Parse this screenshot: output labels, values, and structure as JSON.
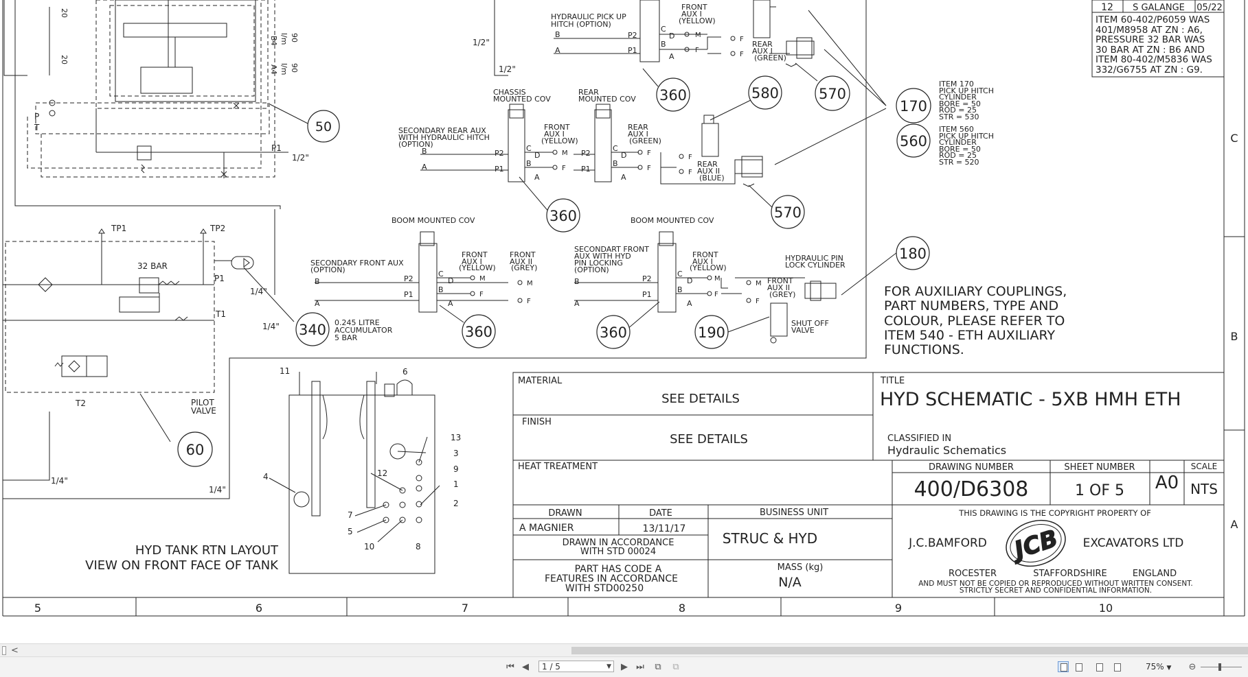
{
  "drawing": {
    "zones_rows": [
      "C",
      "B",
      "A"
    ],
    "zones_cols": [
      "5",
      "6",
      "7",
      "8",
      "9",
      "10"
    ],
    "revision": {
      "num": "12",
      "by": "S GALANGE",
      "date": "05/22",
      "notes": [
        "ITEM 60-402/P6059 WAS",
        "401/M8958 AT ZN : A6,",
        "PRESSURE 32 BAR WAS",
        "30 BAR AT ZN : B6 AND",
        "ITEM 80-402/M5836 WAS",
        "332/G6755 AT ZN : G9."
      ]
    },
    "labels": {
      "pickup_hitch": [
        "HYDRAULIC PICK UP",
        "HITCH (OPTION)"
      ],
      "front_aux_yellow_top": [
        "FRONT",
        "AUX I",
        "(YELLOW)"
      ],
      "rear_aux_green_top": [
        "REAR",
        "AUX I",
        "(GREEN)"
      ],
      "chassis_cov": [
        "CHASSIS",
        "MOUNTED COV"
      ],
      "rear_cov": [
        "REAR",
        "MOUNTED COV"
      ],
      "sec_rear_aux": [
        "SECONDARY REAR AUX",
        "WITH HYDRAULIC HITCH",
        "(OPTION)"
      ],
      "front_aux_yellow_mid": [
        "FRONT",
        "AUX I",
        "(YELLOW)"
      ],
      "rear_aux_green_mid": [
        "REAR",
        "AUX I",
        "(GREEN)"
      ],
      "rear_aux_blue": [
        "REAR",
        "AUX II",
        "(BLUE)"
      ],
      "boom_cov_1": "BOOM MOUNTED COV",
      "boom_cov_2": "BOOM MOUNTED COV",
      "sec_front_aux": [
        "SECONDARY FRONT AUX",
        "(OPTION)"
      ],
      "front_aux_yellow_b1": [
        "FRONT",
        "AUX I",
        "(YELLOW)"
      ],
      "front_aux_grey_b1": [
        "FRONT",
        "AUX II",
        "(GREY)"
      ],
      "sec_front_pin": [
        "SECONDART FRONT",
        "AUX WITH HYD",
        "PIN LOCKING",
        "(OPTION)"
      ],
      "front_aux_yellow_b2": [
        "FRONT",
        "AUX I",
        "(YELLOW)"
      ],
      "front_aux_grey_b2": [
        "FRONT",
        "AUX II",
        "(GREY)"
      ],
      "pin_lock": [
        "HYDRAULIC PIN",
        "LOCK CYLINDER"
      ],
      "shut_off": [
        "SHUT OFF",
        "VALVE"
      ],
      "accumulator": [
        "0.245 LITRE",
        "ACCUMULATOR",
        "5 BAR"
      ],
      "pilot_valve": [
        "PILOT",
        "VALVE"
      ],
      "bar32": "32 BAR",
      "tp1": "TP1",
      "tp2": "TP2",
      "p1": "P1",
      "p2": "P2",
      "t1": "T1",
      "t2": "T2",
      "pr": "P",
      "tr": "T",
      "pipe_half": "1/2\"",
      "pipe_quarter": "1/4\"",
      "flow90": "90",
      "lmin": "l/m",
      "b4": "B4",
      "a4": "A4",
      "port_c": "C",
      "port_d": "D",
      "port_b": "B",
      "port_a": "A",
      "port_m": "M",
      "port_f": "F",
      "n20": "20"
    },
    "item170": [
      "ITEM 170",
      "PICK UP HITCH",
      "CYLINDER",
      "BORE  =  50",
      "ROD   =  25",
      "STR   =  530"
    ],
    "item560": [
      "ITEM 560",
      "PICK UP HITCH",
      "CYLINDER",
      "BORE  =  50",
      "ROD   =  25",
      "STR   =  520"
    ],
    "balloons": [
      "50",
      "60",
      "170",
      "180",
      "190",
      "340",
      "360",
      "560",
      "570",
      "580"
    ],
    "note": [
      "FOR AUXILIARY COUPLINGS,",
      "PART NUMBERS, TYPE AND",
      "COLOUR, PLEASE REFER TO",
      "ITEM 540 - ETH AUXILIARY",
      "FUNCTIONS."
    ],
    "tank": {
      "caption": [
        "HYD TANK RTN LAYOUT",
        "VIEW ON FRONT FACE OF TANK"
      ],
      "ports": [
        "1",
        "2",
        "3",
        "4",
        "5",
        "6",
        "7",
        "8",
        "9",
        "10",
        "11",
        "12",
        "13"
      ]
    },
    "title_block": {
      "material_label": "MATERIAL",
      "material": "SEE DETAILS",
      "finish_label": "FINISH",
      "finish": "SEE DETAILS",
      "heat_label": "HEAT TREATMENT",
      "title_label": "TITLE",
      "title": "HYD SCHEMATIC - 5XB HMH ETH",
      "classified_label": "CLASSIFIED IN",
      "classified": "Hydraulic Schematics",
      "dwg_label": "DRAWING NUMBER",
      "dwg": "400/D6308",
      "sheet_label": "SHEET NUMBER",
      "sheet": "1 OF 5",
      "size": "A0",
      "scale_label": "SCALE",
      "scale": "NTS",
      "drawn_label": "DRAWN",
      "drawn": "A MAGNIER",
      "date_label": "DATE",
      "date": "13/11/17",
      "bu_label": "BUSINESS UNIT",
      "bu": "STRUC & HYD",
      "std_note": [
        "DRAWN IN ACCORDANCE",
        "WITH STD 00024"
      ],
      "code_note": [
        "PART HAS CODE  A",
        "FEATURES IN ACCORDANCE",
        "WITH STD00250"
      ],
      "mass_label": "MASS (kg)",
      "mass": "N/A",
      "copyright": "THIS DRAWING IS THE COPYRIGHT PROPERTY OF",
      "company_left": "J.C.BAMFORD",
      "company_right": "EXCAVATORS LTD",
      "logo": "JCB",
      "loc": [
        "ROCESTER",
        "STAFFORDSHIRE",
        "ENGLAND"
      ],
      "legal": [
        "AND MUST NOT BE COPIED OR REPRODUCED WITHOUT WRITTEN CONSENT.",
        "STRICTLY SECRET AND CONFIDENTIAL INFORMATION."
      ]
    }
  },
  "viewer": {
    "page_value": "1 / 5",
    "zoom": "75%",
    "icons": [
      "first-page-icon",
      "prev-page-icon",
      "next-page-icon",
      "last-page-icon",
      "fit-page-icon",
      "fit-width-icon",
      "single-page-icon",
      "continuous-icon",
      "two-page-icon",
      "two-continuous-icon",
      "zoom-out-icon",
      "zoom-slider"
    ],
    "scroll_arrow": "<"
  }
}
